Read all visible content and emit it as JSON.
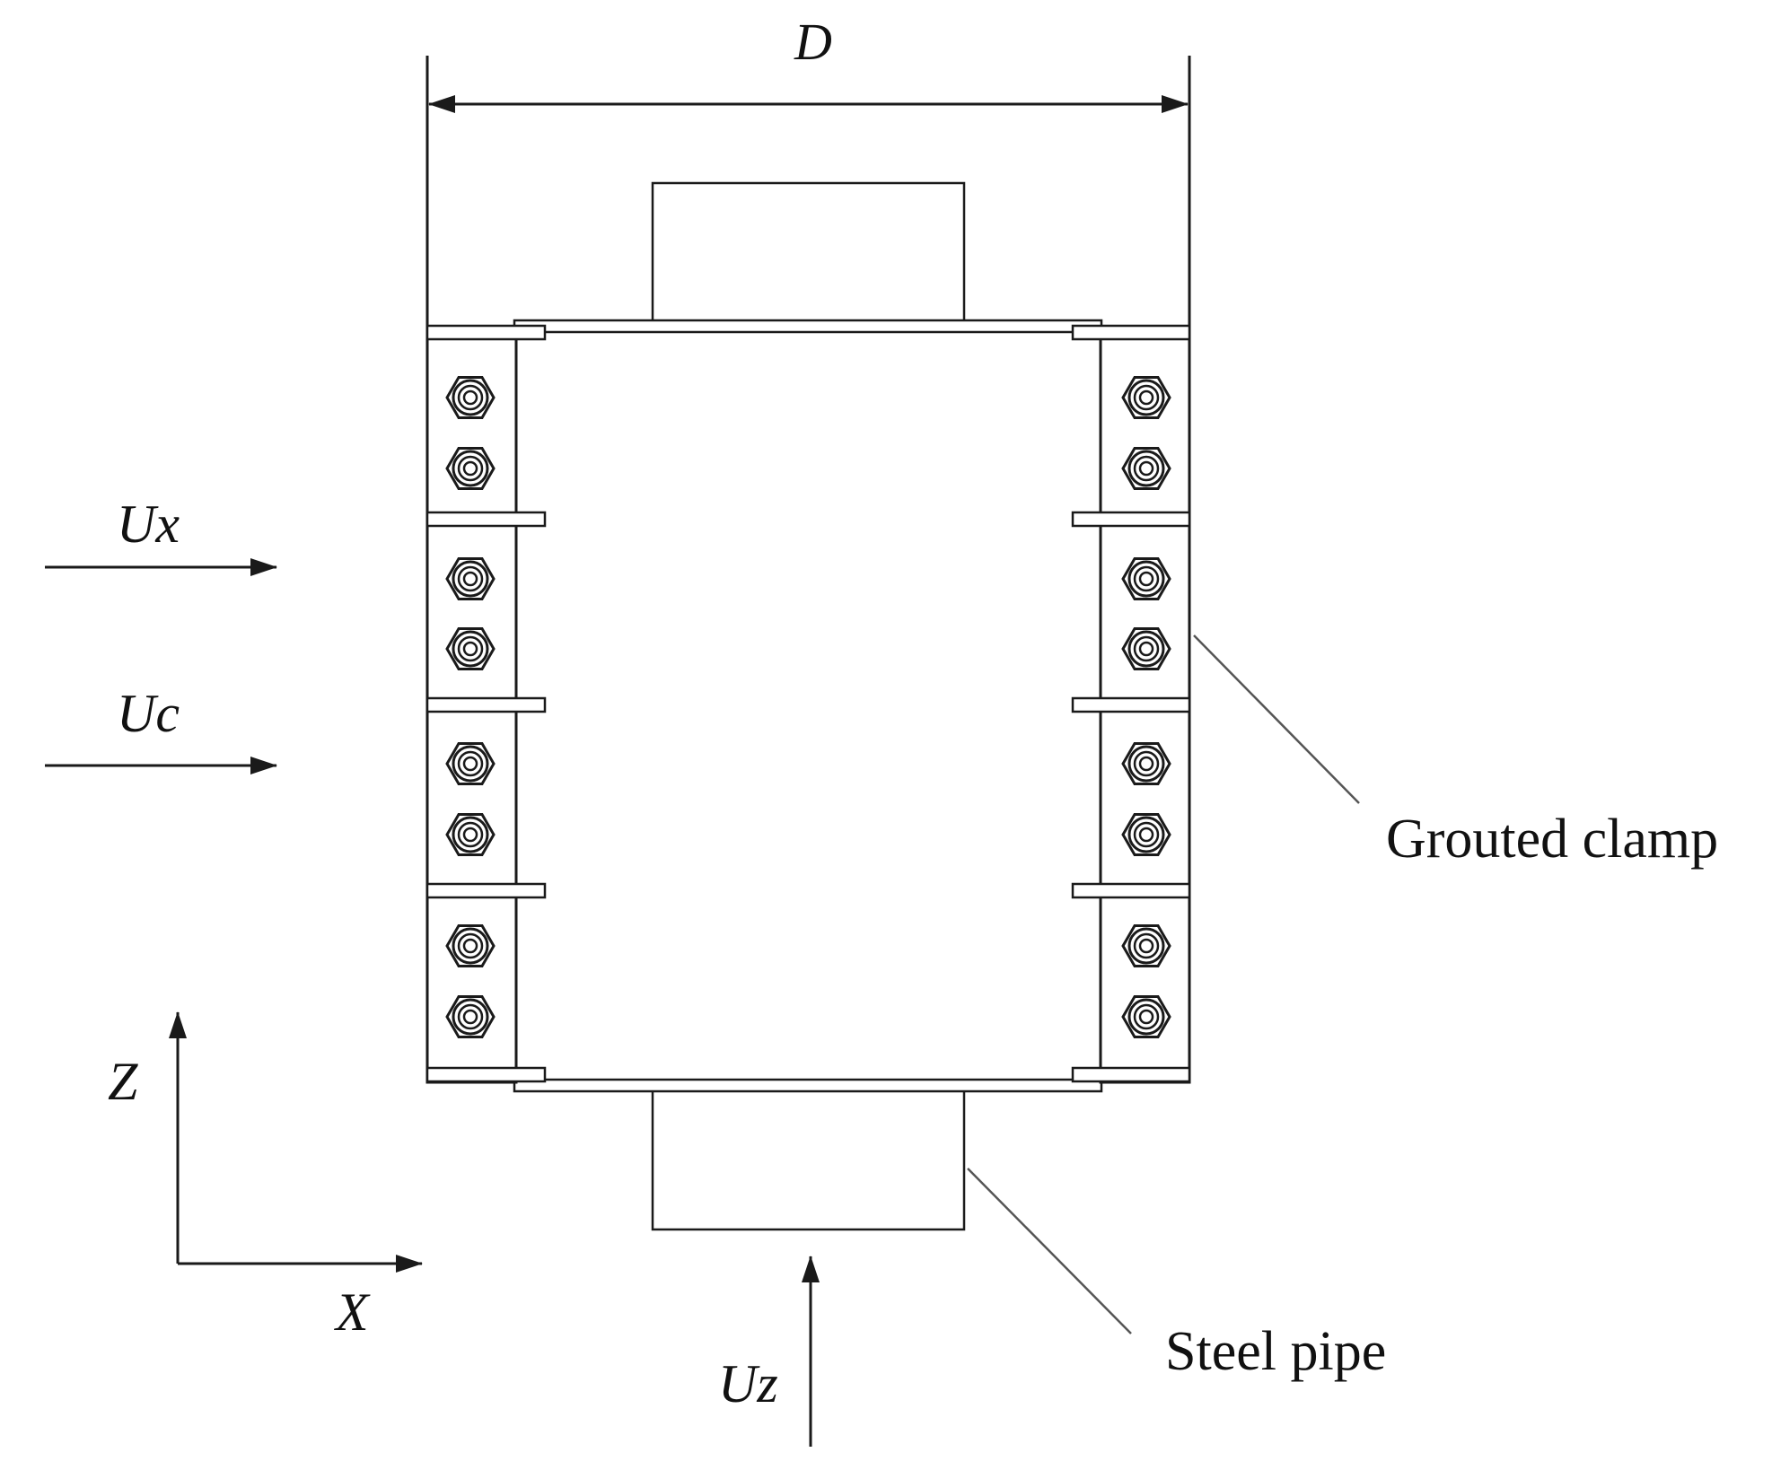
{
  "labels": {
    "dimension": "D",
    "ux": "Ux",
    "uc": "Uc",
    "uz": "Uz",
    "axis_x": "X",
    "axis_z": "Z",
    "grouted_clamp": "Grouted clamp",
    "steel_pipe": "Steel pipe"
  },
  "colors": {
    "line": "#1a1a1a",
    "leader": "#555555",
    "background": "#ffffff"
  },
  "bolt_rows_per_side": 8,
  "clamp_segments_per_side": 4
}
